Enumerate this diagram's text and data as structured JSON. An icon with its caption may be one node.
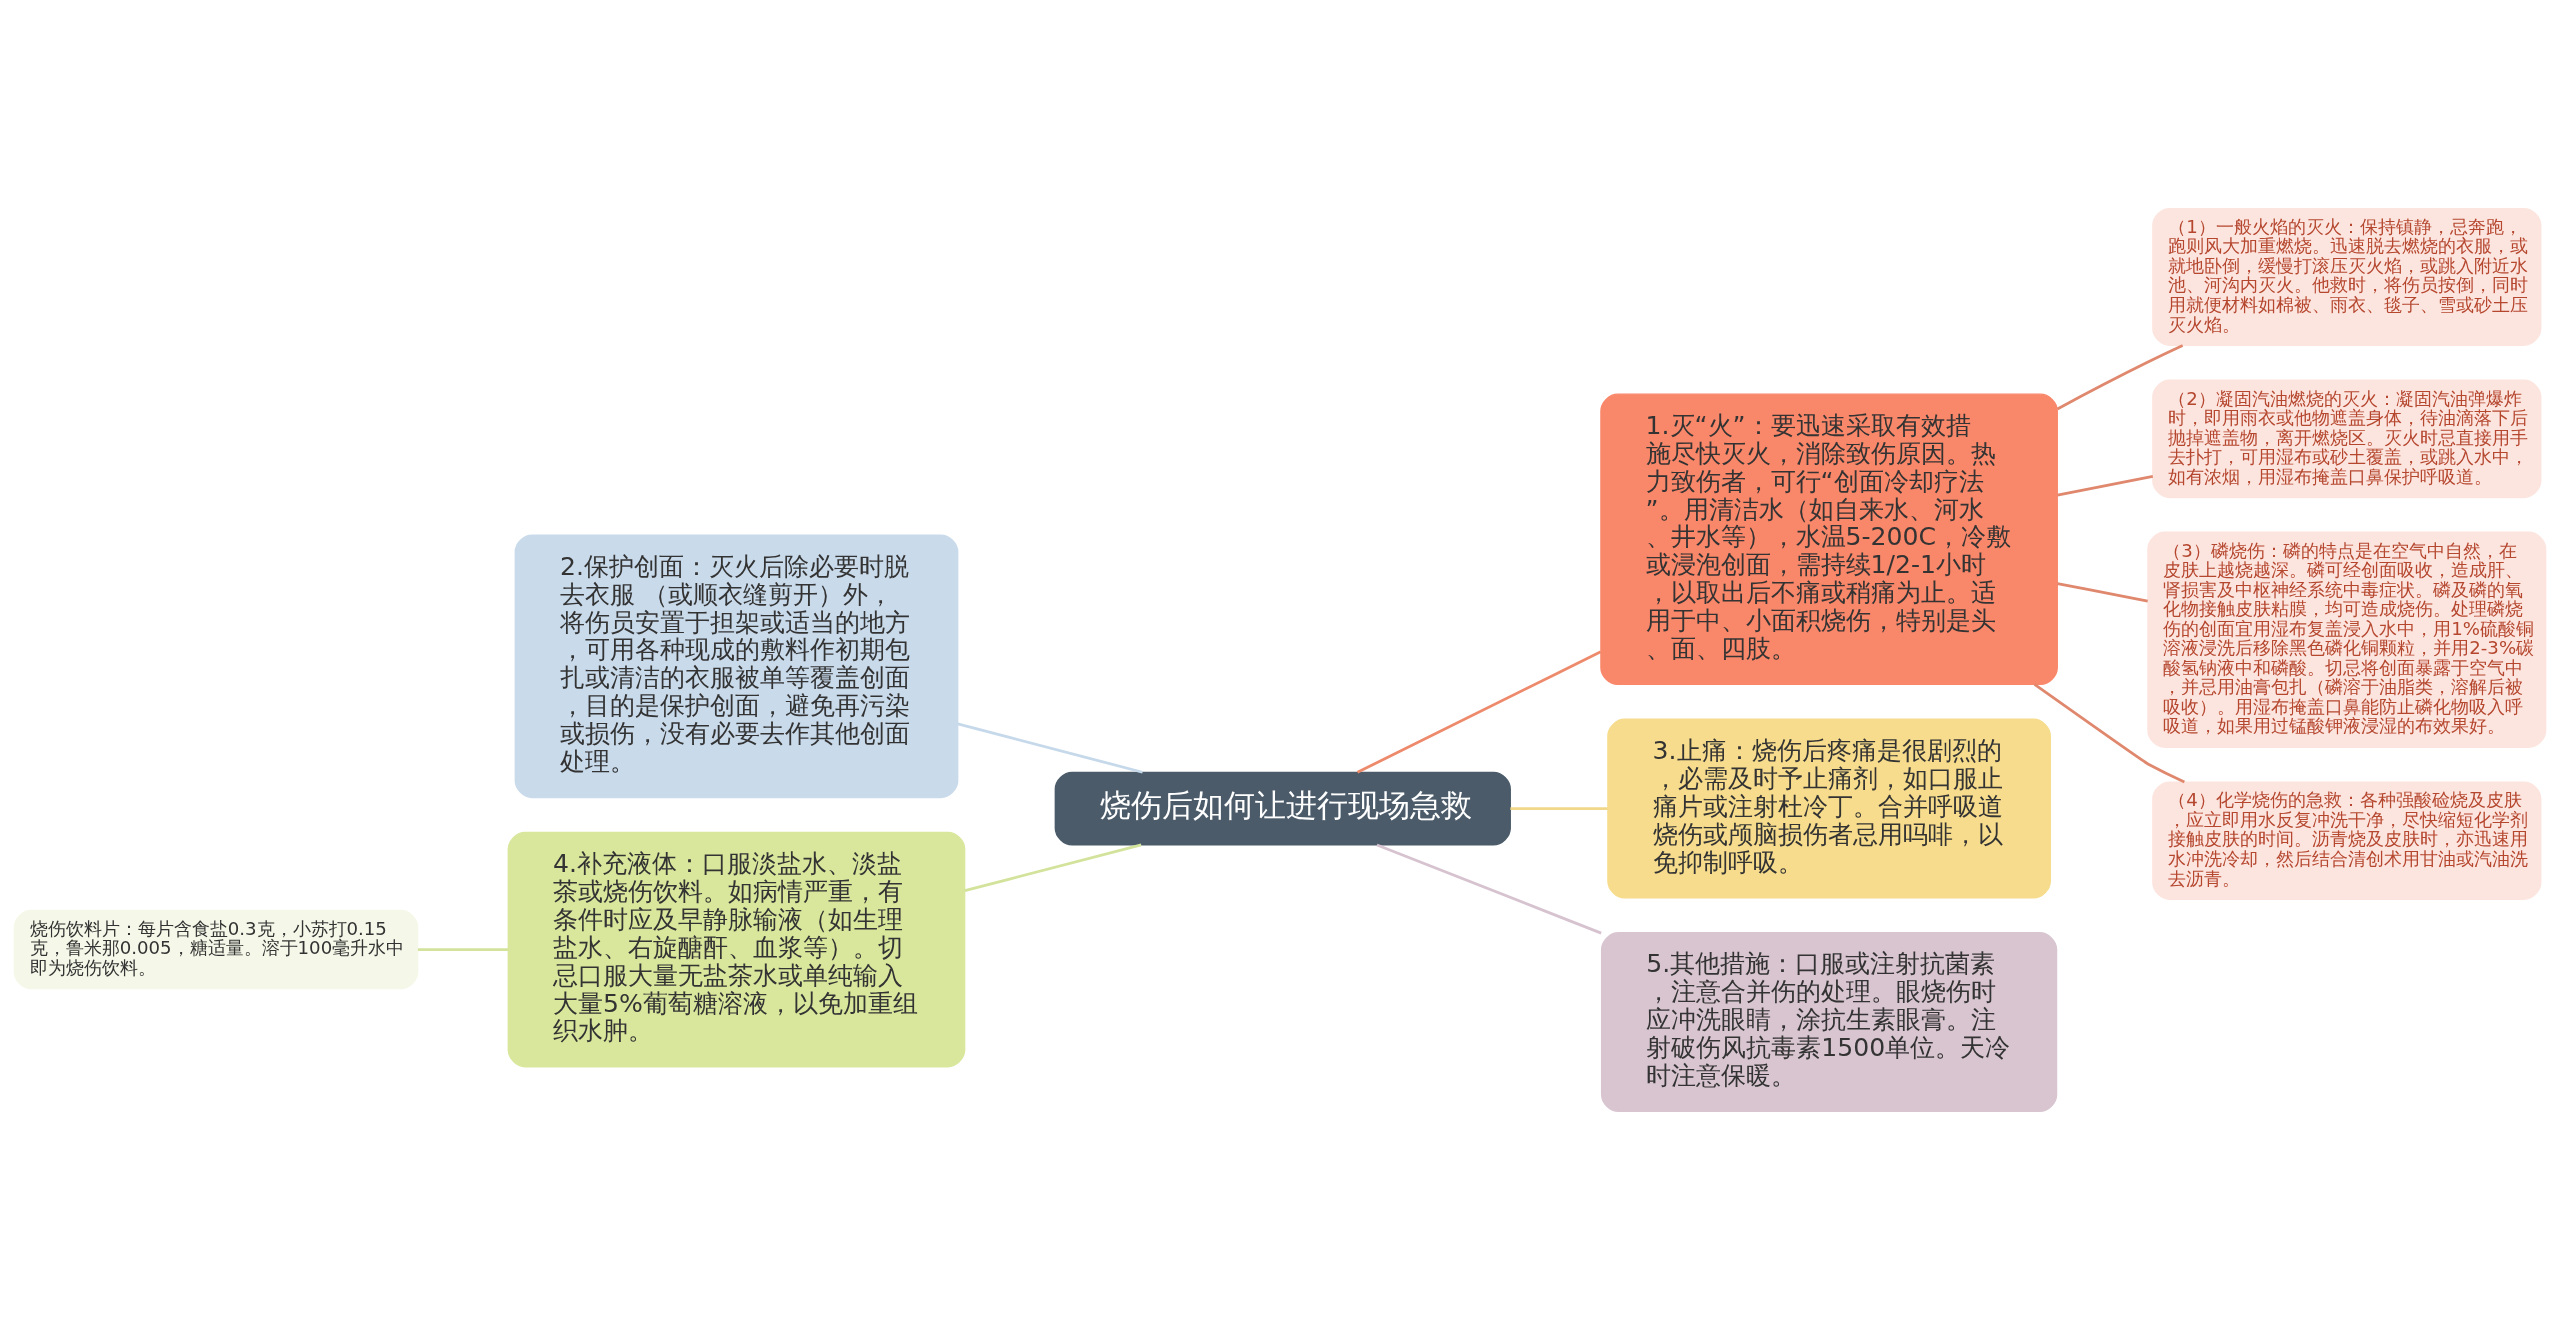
{
  "diagram": {
    "nodes": [
      {
        "text": [
          "烧伤后如何让进行现场急救"
        ]
      },
      {
        "text": [
          "1.灭“火”：要迅速采取有效措施尽快灭火，消除致伤原因。热力致伤者，可行“创面冷却疗法”。用清洁水（如自来水、河水、井水等），水温5-200C，冷敷或浸泡创面，需持续1/2-1小时，以取出后不痛或稍痛为止。适用于中、小面积烧伤，特别是头、面、四肢。"
        ]
      },
      {
        "text": [
          "（1）一般火焰的灭火：保持镇静，忌奔跑，跑则风大加重燃烧。迅速脱去燃烧的衣服，或就地卧倒，缓慢打滚压灭火焰，或跳入附近水池、河沟内灭火。他救时，将伤员按倒，同时用就便材料如棉被、雨衣、毯子、雪或砂土压灭火焰。"
        ]
      },
      {
        "text": [
          "（2）凝固汽油燃烧的灭火：凝固汽油弹爆炸时，即用雨衣或他物遮盖身体，待油滴落下后抛掉遮盖物，离开燃烧区。灭火时忌直接用手去扑打，可用湿布或砂土覆盖，或跳入水中，如有浓烟，用湿布掩盖口鼻保护呼吸道。"
        ]
      },
      {
        "text": [
          "（3）磷烧伤：磷的特点是在空气中自然，在皮肤上越烧越深。磷可经创面吸收，造成肝、肾损害及中枢神经系统中毒症状。磷及磷的氧化物接触皮肤粘膜，均可造成烧伤。处理磷烧伤的创面宜用湿布复盖浸入水中，用1%硫酸铜溶液浸洗后移除黑色磷化铜颗粒，并用2-3%碳酸氢钠液中和磷酸。切忌将创面暴露于空气中，并忌用油膏包扎（磷溶于油脂类，溶解后被吸收）。用湿布掩盖口鼻能防止磷化物吸入呼吸道，如果用过锰酸钾液浸湿的布效果好。"
        ]
      },
      {
        "text": [
          "（4）化学烧伤的急救：各种强酸硷烧及皮肤，应立即用水反复冲洗干净，尽快缩短化学剂接触皮肤的时间。沥青烧及皮肤时，亦迅速用水冲洗冷却，然后结合清创术用甘油或汽油洗去沥青。"
        ]
      },
      {
        "text": [
          "2.保护创面：灭火后除必要时脱去衣服 （或顺衣缝剪开）外，将伤员安置于担架或适当的地方，可用各种现成的敷料作初期包扎或清洁的衣服被单等覆盖创面，目的是保护创面，避免再污染或损伤，没有必要去作其他创面处理。"
        ]
      },
      {
        "text": [
          "3.止痛：烧伤后疼痛是很剧烈的，必需及时予止痛剂，如口服止痛片或注射杜冷丁。合并呼吸道烧伤或颅脑损伤者忌用吗啡，以免抑制呼吸。"
        ]
      },
      {
        "text": [
          "4.补充液体：口服淡盐水、淡盐茶或烧伤饮料。如病情严重，有条件时应及早静脉输液（如生理盐水、右旋醣酐、血浆等）。切忌口服大量无盐茶水或单纯输入大量5%葡萄糖溶液，以免加重组织水肿。"
        ]
      },
      {
        "text": [
          "烧伤饮料片：每片含食盐0.3克，小苏打0.15克，鲁米那0.005，糖适量。溶于100毫升水中即为烧伤饮料。"
        ]
      },
      {
        "text": [
          "5.其他措施：口服或注射抗菌素，注意合并伤的处理。眼烧伤时应冲洗眼睛，涂抗生素眼膏。注射破伤风抗毒素1500单位。天冷时注意保暖。"
        ]
      }
    ],
    "edges": [
      {
        "from": 0,
        "to": 1,
        "arrow": "none",
        "color": "#ee8a6c"
      },
      {
        "from": 1,
        "to": 2,
        "arrow": "none",
        "color": "#e0886e"
      },
      {
        "from": 1,
        "to": 3,
        "arrow": "none",
        "color": "#e0886e"
      },
      {
        "from": 1,
        "to": 4,
        "arrow": "none",
        "color": "#e0886e"
      },
      {
        "from": 1,
        "to": 5,
        "arrow": "none",
        "color": "#e0886e"
      },
      {
        "from": 6,
        "to": 0,
        "arrow": "none",
        "color": "#c6d9ea"
      },
      {
        "from": 0,
        "to": 7,
        "arrow": "none",
        "color": "#f0d78a"
      },
      {
        "from": 9,
        "to": 8,
        "arrow": "none",
        "color": "#d3e39b"
      },
      {
        "from": 8,
        "to": 0,
        "arrow": "none",
        "color": "#d3e39b"
      },
      {
        "from": 0,
        "to": 10,
        "arrow": "none",
        "color": "#d6c3cf"
      }
    ]
  }
}
